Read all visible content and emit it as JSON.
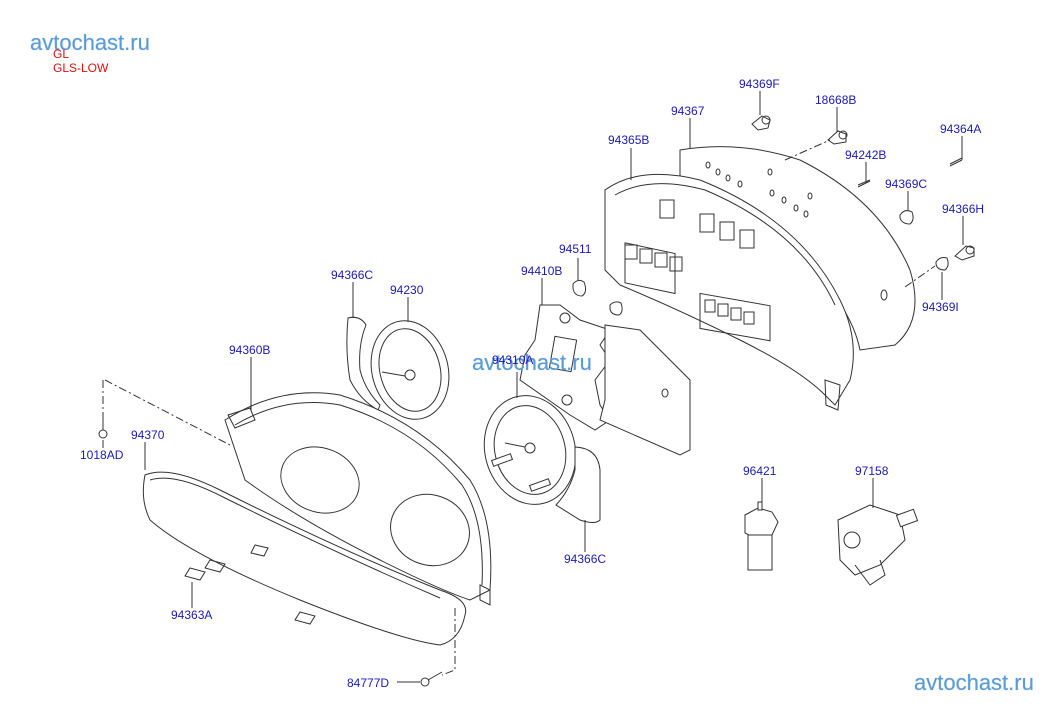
{
  "watermarks": [
    "avtochast.ru",
    "avtochast.ru",
    "avtochast.ru"
  ],
  "variants": [
    "GL",
    "GLS-LOW"
  ],
  "colors": {
    "label": "#1a1ab8",
    "variant": "#e01010",
    "watermark": "#5b9bd5",
    "line": "#333333"
  },
  "parts": {
    "p94369F": "94369F",
    "p18668B": "18668B",
    "p94367": "94367",
    "p94365B": "94365B",
    "p94364A": "94364A",
    "p94242B": "94242B",
    "p94369C": "94369C",
    "p94366H": "94366H",
    "p94369I": "94369I",
    "p94511": "94511",
    "p94410B": "94410B",
    "p94366C_top": "94366C",
    "p94230": "94230",
    "p94360B": "94360B",
    "p94310A": "94310A",
    "p1018AD": "1018AD",
    "p94370": "94370",
    "p94366C_bottom": "94366C",
    "p96421": "96421",
    "p97158": "97158",
    "p94363A": "94363A",
    "p84777D": "84777D"
  }
}
